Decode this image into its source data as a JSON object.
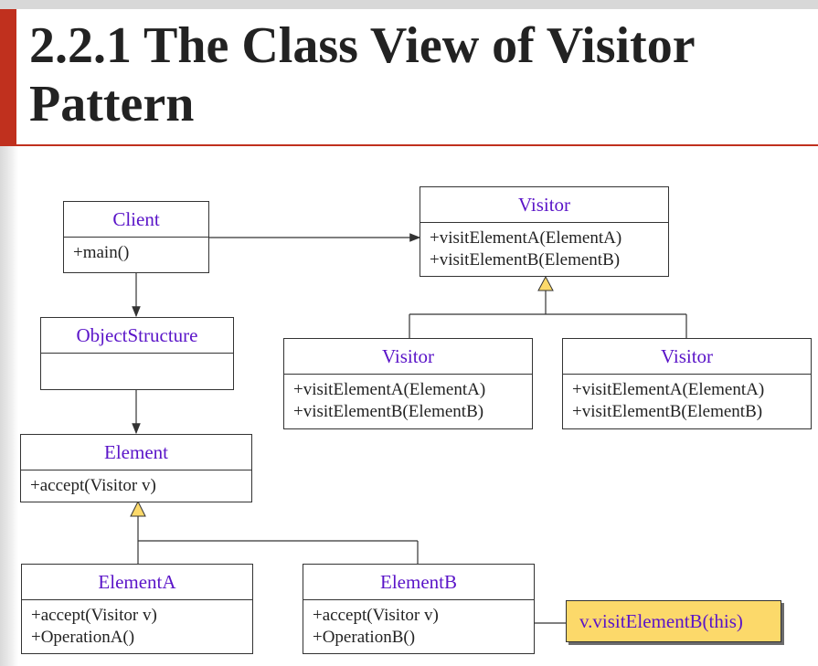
{
  "slide": {
    "title": "2.2.1 The Class View of Visitor Pattern"
  },
  "diagram": {
    "classes": {
      "client": {
        "name": "Client",
        "ops": [
          "+main()"
        ]
      },
      "visitor": {
        "name": "Visitor",
        "ops": [
          "+visitElementA(ElementA)",
          "+visitElementB(ElementB)"
        ]
      },
      "visitor_left": {
        "name": "Visitor",
        "ops": [
          "+visitElementA(ElementA)",
          "+visitElementB(ElementB)"
        ]
      },
      "visitor_right": {
        "name": "Visitor",
        "ops": [
          "+visitElementA(ElementA)",
          "+visitElementB(ElementB)"
        ]
      },
      "object_structure": {
        "name": "ObjectStructure",
        "ops": []
      },
      "element": {
        "name": "Element",
        "ops": [
          "+accept(Visitor v)"
        ]
      },
      "element_a": {
        "name": "ElementA",
        "ops": [
          "+accept(Visitor v)",
          "+OperationA()"
        ]
      },
      "element_b": {
        "name": "ElementB",
        "ops": [
          "+accept(Visitor v)",
          "+OperationB()"
        ]
      }
    },
    "note": "v.visitElementB(this)",
    "colors": {
      "class_name": "#5a14c8",
      "accent_red": "#c0301e",
      "note_fill": "#fcd96a",
      "triangle_fill": "#fcd96a"
    }
  }
}
